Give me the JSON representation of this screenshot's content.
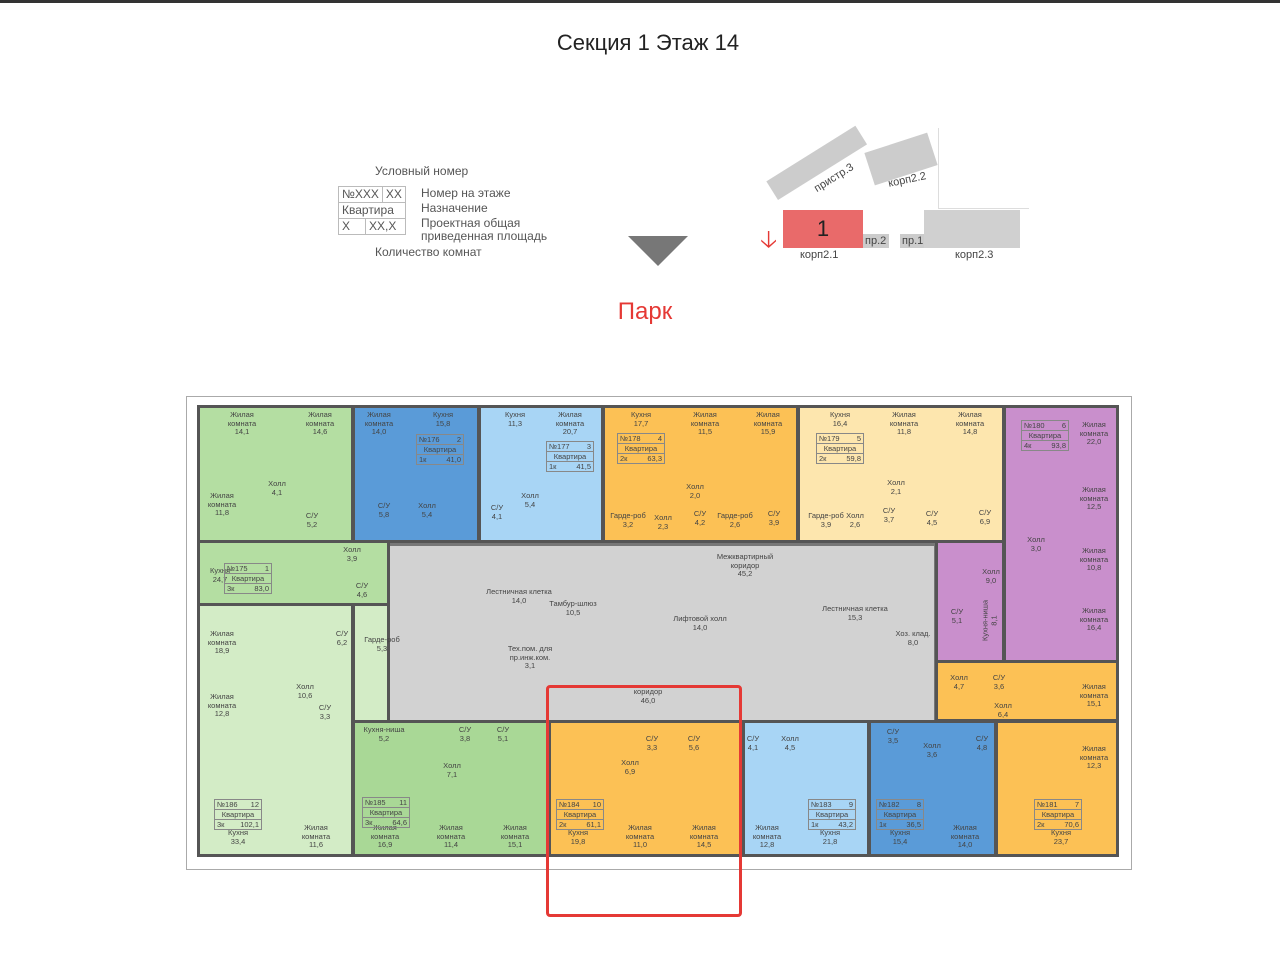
{
  "title": "Секция 1 Этаж 14",
  "park_label": "Парк",
  "legend": {
    "conditional_number": "Условный номер",
    "box_num": "№XXX",
    "box_floor_num": "XX",
    "box_purpose": "Квартира",
    "box_rooms": "X",
    "box_area": "XX,X",
    "floor_number": "Номер на этаже",
    "purpose": "Назначение",
    "area_line1": "Проектная общая",
    "area_line2": "приведенная площадь",
    "rooms_count": "Количество комнат"
  },
  "site_map": {
    "section": "1",
    "annex3": "пристр.3",
    "korp22": "корп2.2",
    "korp21": "корп2.1",
    "korp23": "корп2.3",
    "pr2": "пр.2",
    "pr1": "пр.1"
  },
  "colors": {
    "green": "#a9d896",
    "pale_green": "#d3ecc6",
    "blue": "#5a9bd8",
    "light_blue": "#a8d5f5",
    "orange": "#fcc155",
    "pale_yellow": "#fde6ae",
    "purple": "#c98fcc",
    "core": "#d2d2d2",
    "highlight": "#e53935"
  },
  "apartments": [
    {
      "num": "№175",
      "floor_num": "1",
      "type": "Квартира",
      "rooms": "3к",
      "area": "83,0",
      "color": "#b4dea2",
      "rooms_list": [
        {
          "n": "Жилая комната",
          "a": "14,1"
        },
        {
          "n": "Жилая комната",
          "a": "14,6"
        },
        {
          "n": "Жилая комната",
          "a": "11,8"
        },
        {
          "n": "Холл",
          "a": "4,1"
        },
        {
          "n": "С/У",
          "a": "5,2"
        },
        {
          "n": "Холл",
          "a": "3,9"
        },
        {
          "n": "Кухня",
          "a": "24,7"
        },
        {
          "n": "С/У",
          "a": "4,6"
        }
      ]
    },
    {
      "num": "№176",
      "floor_num": "2",
      "type": "Квартира",
      "rooms": "1к",
      "area": "41,0",
      "color": "#5a9bd8",
      "rooms_list": [
        {
          "n": "Жилая комната",
          "a": "14,0"
        },
        {
          "n": "Кухня",
          "a": "15,8"
        },
        {
          "n": "С/У",
          "a": "5,8"
        },
        {
          "n": "Холл",
          "a": "5,4"
        }
      ]
    },
    {
      "num": "№177",
      "floor_num": "3",
      "type": "Квартира",
      "rooms": "1к",
      "area": "41,5",
      "color": "#a8d5f5",
      "rooms_list": [
        {
          "n": "Кухня",
          "a": "11,3"
        },
        {
          "n": "Жилая комната",
          "a": "20,7"
        },
        {
          "n": "С/У",
          "a": "4,1"
        },
        {
          "n": "Холл",
          "a": "5,4"
        }
      ]
    },
    {
      "num": "№178",
      "floor_num": "4",
      "type": "Квартира",
      "rooms": "2к",
      "area": "63,3",
      "color": "#fcc155",
      "rooms_list": [
        {
          "n": "Кухня",
          "a": "17,7"
        },
        {
          "n": "Жилая комната",
          "a": "11,5"
        },
        {
          "n": "Жилая комната",
          "a": "15,9"
        },
        {
          "n": "Холл",
          "a": "2,0"
        },
        {
          "n": "Гарде-роб",
          "a": "3,2"
        },
        {
          "n": "Холл",
          "a": "2,3"
        },
        {
          "n": "С/У",
          "a": "4,2"
        },
        {
          "n": "Гарде-роб",
          "a": "2,6"
        },
        {
          "n": "С/У",
          "a": "3,9"
        }
      ]
    },
    {
      "num": "№179",
      "floor_num": "5",
      "type": "Квартира",
      "rooms": "2к",
      "area": "59,8",
      "color": "#fde6ae",
      "rooms_list": [
        {
          "n": "Кухня",
          "a": "16,4"
        },
        {
          "n": "Жилая комната",
          "a": "11,8"
        },
        {
          "n": "Жилая комната",
          "a": "14,8"
        },
        {
          "n": "Холл",
          "a": "2,1"
        },
        {
          "n": "Гарде-роб",
          "a": "3,9"
        },
        {
          "n": "Холл",
          "a": "2,6"
        },
        {
          "n": "С/У",
          "a": "3,7"
        },
        {
          "n": "С/У",
          "a": "4,5"
        }
      ]
    },
    {
      "num": "№180",
      "floor_num": "6",
      "type": "Квартира",
      "rooms": "4к",
      "area": "93,8",
      "color": "#c98fcc",
      "rooms_list": [
        {
          "n": "Жилая комната",
          "a": "22,0"
        },
        {
          "n": "Жилая комната",
          "a": "12,5"
        },
        {
          "n": "С/У",
          "a": "6,9"
        },
        {
          "n": "Холл",
          "a": "3,0"
        },
        {
          "n": "Жилая комната",
          "a": "10,8"
        },
        {
          "n": "Холл",
          "a": "9,0"
        },
        {
          "n": "С/У",
          "a": "5,1"
        },
        {
          "n": "Кухня-ниша",
          "a": "8,1"
        },
        {
          "n": "Жилая комната",
          "a": "16,4"
        }
      ]
    },
    {
      "num": "№181",
      "floor_num": "7",
      "type": "Квартира",
      "rooms": "2к",
      "area": "70,6",
      "color": "#fcc155",
      "rooms_list": [
        {
          "n": "Холл",
          "a": "4,7"
        },
        {
          "n": "С/У",
          "a": "3,6"
        },
        {
          "n": "Жилая комната",
          "a": "15,1"
        },
        {
          "n": "Холл",
          "a": "6,4"
        },
        {
          "n": "С/У",
          "a": "4,8"
        },
        {
          "n": "Жилая комната",
          "a": "12,3"
        },
        {
          "n": "Кухня",
          "a": "23,7"
        }
      ]
    },
    {
      "num": "№182",
      "floor_num": "8",
      "type": "Квартира",
      "rooms": "1к",
      "area": "36,5",
      "color": "#5a9bd8",
      "rooms_list": [
        {
          "n": "С/У",
          "a": "3,5"
        },
        {
          "n": "Холл",
          "a": "3,6"
        },
        {
          "n": "Кухня",
          "a": "15,4"
        },
        {
          "n": "Жилая комната",
          "a": "14,0"
        }
      ]
    },
    {
      "num": "№183",
      "floor_num": "9",
      "type": "Квартира",
      "rooms": "1к",
      "area": "43,2",
      "color": "#a8d5f5",
      "rooms_list": [
        {
          "n": "С/У",
          "a": "4,1"
        },
        {
          "n": "Холл",
          "a": "4,5"
        },
        {
          "n": "Жилая комната",
          "a": "12,8"
        },
        {
          "n": "Кухня",
          "a": "21,8"
        }
      ]
    },
    {
      "num": "№184",
      "floor_num": "10",
      "type": "Квартира",
      "rooms": "2к",
      "area": "61,1",
      "color": "#fcc155",
      "rooms_list": [
        {
          "n": "С/У",
          "a": "3,3"
        },
        {
          "n": "С/У",
          "a": "5,6"
        },
        {
          "n": "Холл",
          "a": "6,9"
        },
        {
          "n": "Кухня",
          "a": "19,8"
        },
        {
          "n": "Жилая комната",
          "a": "11,0"
        },
        {
          "n": "Жилая комната",
          "a": "14,5"
        }
      ]
    },
    {
      "num": "№185",
      "floor_num": "11",
      "type": "Квартира",
      "rooms": "3к",
      "area": "64,6",
      "color": "#a9d896",
      "rooms_list": [
        {
          "n": "Кухня-ниша",
          "a": "5,2"
        },
        {
          "n": "С/У",
          "a": "3,8"
        },
        {
          "n": "С/У",
          "a": "5,1"
        },
        {
          "n": "Холл",
          "a": "7,1"
        },
        {
          "n": "Жилая комната",
          "a": "16,9"
        },
        {
          "n": "Жилая комната",
          "a": "11,4"
        },
        {
          "n": "Жилая комната",
          "a": "15,1"
        }
      ]
    },
    {
      "num": "№186",
      "floor_num": "12",
      "type": "Квартира",
      "rooms": "3к",
      "area": "102,1",
      "color": "#d3ecc6",
      "rooms_list": [
        {
          "n": "Жилая комната",
          "a": "18,9"
        },
        {
          "n": "С/У",
          "a": "6,2"
        },
        {
          "n": "Гарде-роб",
          "a": "5,3"
        },
        {
          "n": "Холл",
          "a": "10,6"
        },
        {
          "n": "Жилая комната",
          "a": "12,8"
        },
        {
          "n": "С/У",
          "a": "3,3"
        },
        {
          "n": "Кухня",
          "a": "33,4"
        },
        {
          "n": "Жилая комната",
          "a": "11,6"
        }
      ]
    }
  ],
  "common_areas": [
    {
      "n": "Межквартирный коридор",
      "a": "45,2"
    },
    {
      "n": "Лестничная клетка",
      "a": "14,0"
    },
    {
      "n": "Тамбур-шлюз",
      "a": "10,5"
    },
    {
      "n": "Лифтовой холл",
      "a": "14,0"
    },
    {
      "n": "Лестничная клетка",
      "a": "15,3"
    },
    {
      "n": "Хоз. клад.",
      "a": "8,0"
    },
    {
      "n": "Тех.пом. для пр.инж.ком.",
      "a": "3,1"
    },
    {
      "n": "коридор",
      "a": "46,0"
    }
  ]
}
